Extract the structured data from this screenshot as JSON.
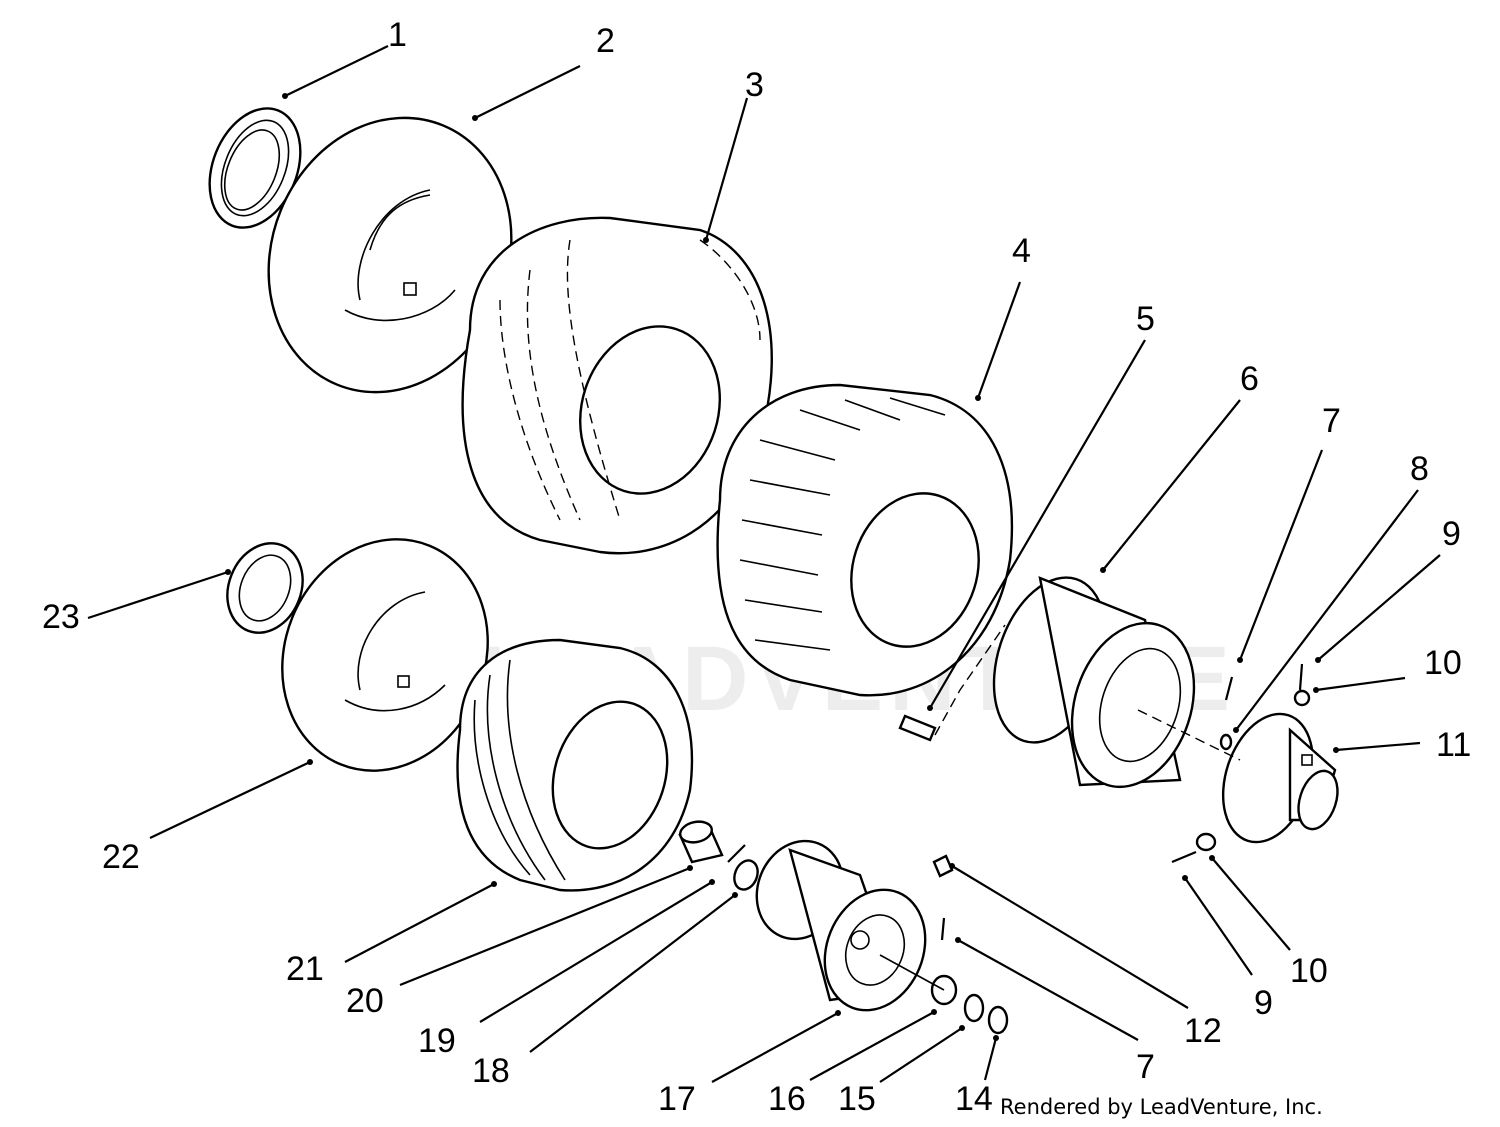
{
  "callouts": [
    {
      "id": "1",
      "label": "1"
    },
    {
      "id": "2",
      "label": "2"
    },
    {
      "id": "3",
      "label": "3"
    },
    {
      "id": "4",
      "label": "4"
    },
    {
      "id": "5",
      "label": "5"
    },
    {
      "id": "6",
      "label": "6"
    },
    {
      "id": "7a",
      "label": "7"
    },
    {
      "id": "8",
      "label": "8"
    },
    {
      "id": "9a",
      "label": "9"
    },
    {
      "id": "10a",
      "label": "10"
    },
    {
      "id": "11",
      "label": "11"
    },
    {
      "id": "23",
      "label": "23"
    },
    {
      "id": "22",
      "label": "22"
    },
    {
      "id": "21",
      "label": "21"
    },
    {
      "id": "20",
      "label": "20"
    },
    {
      "id": "19",
      "label": "19"
    },
    {
      "id": "18",
      "label": "18"
    },
    {
      "id": "17",
      "label": "17"
    },
    {
      "id": "16",
      "label": "16"
    },
    {
      "id": "15",
      "label": "15"
    },
    {
      "id": "14",
      "label": "14"
    },
    {
      "id": "7b",
      "label": "7"
    },
    {
      "id": "12",
      "label": "12"
    },
    {
      "id": "9b",
      "label": "9"
    },
    {
      "id": "10b",
      "label": "10"
    }
  ],
  "credit": "Rendered by LeadVenture, Inc.",
  "watermark": "LEADVENTURE"
}
